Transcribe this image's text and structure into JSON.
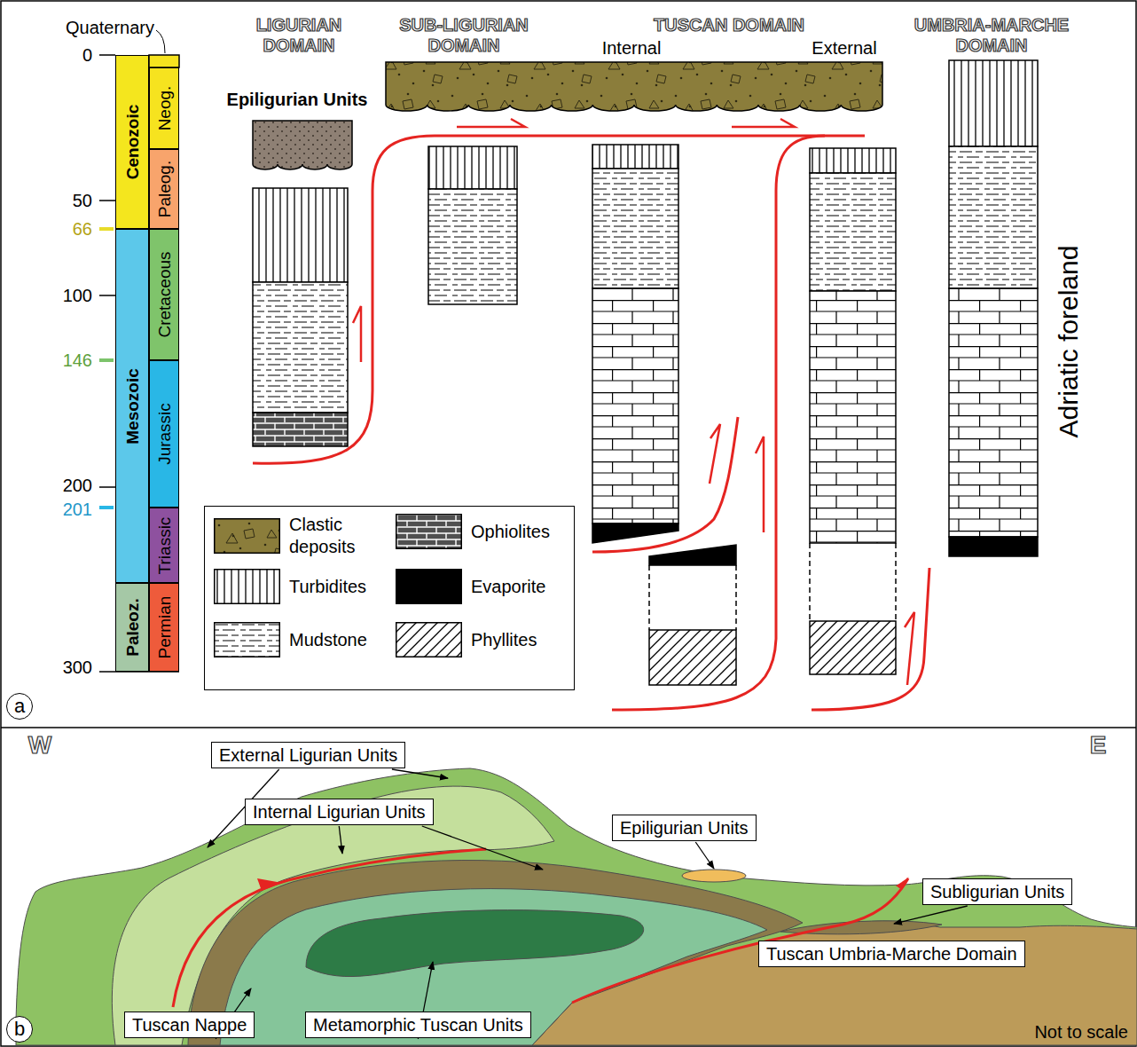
{
  "diagram": {
    "nodes": [
      {
        "text": [
          "Cenozoic"
        ]
      },
      {
        "text": [
          "Mesozoic"
        ]
      },
      {
        "text": [
          "Paleoz."
        ]
      },
      {
        "text": [
          "Neog."
        ]
      },
      {
        "text": [
          "Paleog."
        ]
      },
      {
        "text": [
          "Cretaceous"
        ]
      },
      {
        "text": [
          "Jurassic"
        ]
      },
      {
        "text": [
          "Triassic"
        ]
      },
      {
        "text": [
          "Permian"
        ]
      },
      {
        "text": [
          "a"
        ]
      },
      {
        "text": [
          "External Ligurian Units"
        ]
      },
      {
        "text": [
          "Internal Ligurian Units"
        ]
      },
      {
        "text": [
          "Epiligurian Units"
        ]
      },
      {
        "text": [
          "Subligurian Units"
        ]
      },
      {
        "text": [
          "Tuscan Umbria-Marche Domain"
        ]
      },
      {
        "text": [
          "Tuscan Nappe"
        ]
      },
      {
        "text": [
          "Metamorphic Tuscan Units"
        ]
      },
      {
        "text": [
          "b"
        ]
      }
    ],
    "labels": [
      "Quaternary",
      "0",
      "50",
      "66",
      "100",
      "146",
      "200",
      "201",
      "300",
      "LIGURIAN DOMAIN",
      "SUB-LIGURIAN DOMAIN",
      "TUSCAN DOMAIN",
      "Internal",
      "External",
      "UMBRIA-MARCHE DOMAIN",
      "Epiligurian Units",
      "Adriatic foreland",
      "W",
      "E",
      "Not to scale"
    ],
    "legend": [
      {
        "text": "Clastic deposits"
      },
      {
        "text": "Turbidites"
      },
      {
        "text": "Mudstone"
      },
      {
        "text": "Ophiolites"
      },
      {
        "text": "Evaporite",
        "color": "#000000"
      },
      {
        "text": "Phyllites"
      }
    ]
  }
}
